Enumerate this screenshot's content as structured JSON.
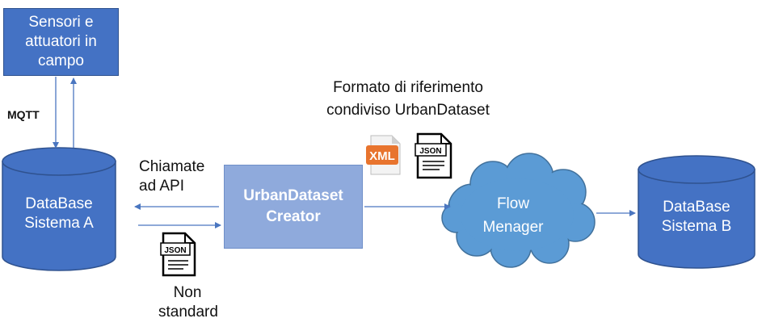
{
  "sensors": {
    "line1": "Sensori e",
    "line2": "attuatori in",
    "line3": "campo"
  },
  "mqtt_label": "MQTT",
  "db_a": {
    "line1": "DataBase",
    "line2": "Sistema A"
  },
  "api_calls": {
    "line1": "Chiamate",
    "line2": "ad API"
  },
  "non_standard": {
    "line1": "Non",
    "line2": "standard"
  },
  "creator": {
    "line1": "UrbanDataset",
    "line2": "Creator"
  },
  "shared_format": {
    "line1": "Formato di riferimento",
    "line2": "condiviso UrbanDataset"
  },
  "xml_icon_text": "XML",
  "json_icon_text": "JSON",
  "flow": {
    "line1": "Flow",
    "line2": "Menager"
  },
  "db_b": {
    "line1": "DataBase",
    "line2": "Sistema B"
  },
  "colors": {
    "box_blue": "#4472c4",
    "creator_blue": "#8faadc",
    "cloud_blue": "#5b9bd5",
    "arrow": "#4a76c0",
    "xml_orange": "#e8742e"
  }
}
